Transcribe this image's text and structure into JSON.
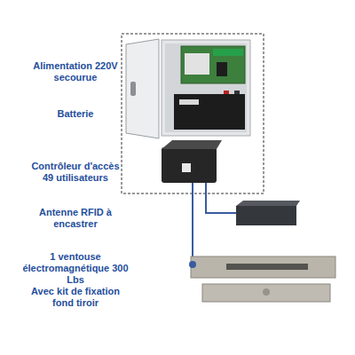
{
  "diagram": {
    "labels": [
      "Alimentation 220V secourue",
      "Batterie",
      "Contrôleur d'accès 49 utilisateurs",
      "Antenne RFID à encastrer",
      "1 ventouse électromagnétique 300 Lbs",
      "Avec kit de fixation fond tiroir"
    ]
  }
}
